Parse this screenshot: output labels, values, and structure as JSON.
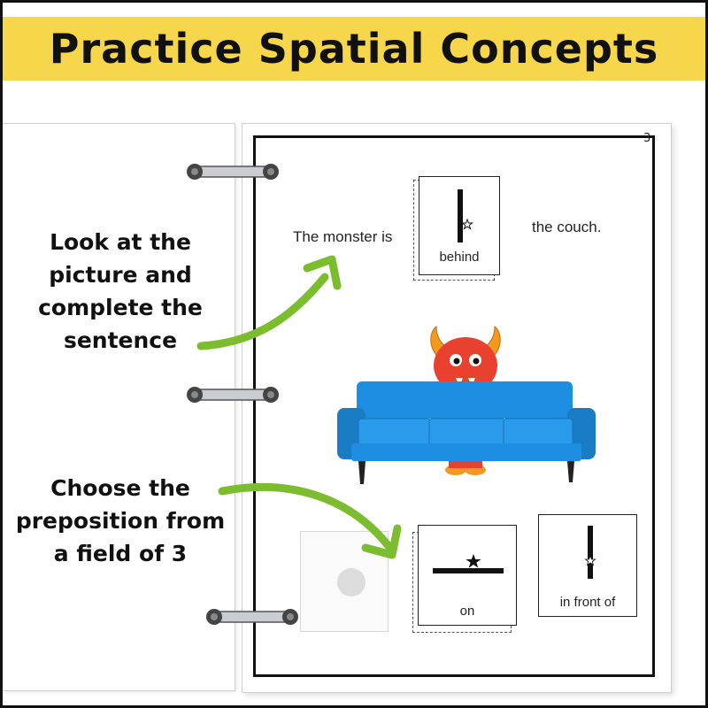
{
  "banner": {
    "title": "Practice Spatial Concepts",
    "color": "#f6d64a"
  },
  "worksheet": {
    "page_number": "3",
    "sentence_start": "The monster is",
    "sentence_end": "the couch.",
    "answer_card_label": "behind",
    "choices": [
      {
        "label": "",
        "icon": "empty-dot"
      },
      {
        "label": "on",
        "icon": "star-on-line"
      },
      {
        "label": "in front of",
        "icon": "star-in-front-of-bar"
      }
    ]
  },
  "instructions": {
    "look_lines": [
      "Look at the",
      "picture and",
      "complete the",
      "sentence"
    ],
    "choose_lines": [
      "Choose the",
      "preposition from",
      "a field of 3"
    ]
  },
  "colors": {
    "arrow_green": "#7bbd2e",
    "couch_blue": "#1e8fe0",
    "monster_red": "#e8412f",
    "horn_orange": "#f39a1e"
  }
}
